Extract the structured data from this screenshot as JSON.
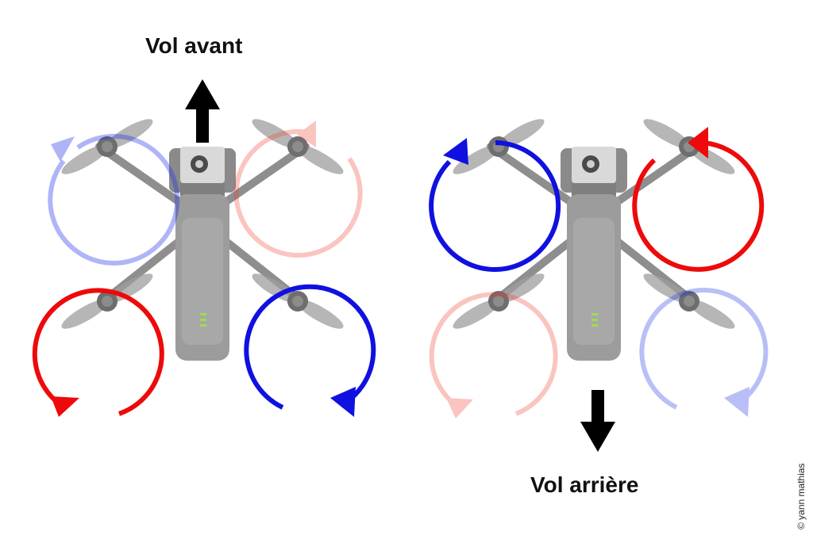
{
  "diagrams": [
    {
      "title": "Vol avant",
      "motors": {
        "front_left": "blue-faded",
        "front_right": "red-faded",
        "rear_left": "red-strong",
        "rear_right": "blue-strong"
      }
    },
    {
      "title": "Vol arrière",
      "motors": {
        "front_left": "blue-strong",
        "front_right": "red-strong",
        "rear_left": "red-faded",
        "rear_right": "blue-faded"
      }
    }
  ],
  "colors": {
    "blue": "#1010e0",
    "red": "#ee0a0a",
    "blue_faded": "#c8cdf6",
    "red_faded": "#f7cdc8",
    "drone_body": "#9a9a9a",
    "arrow": "#000000",
    "status_led": "#9be04a"
  },
  "credit": "© yann mathias"
}
